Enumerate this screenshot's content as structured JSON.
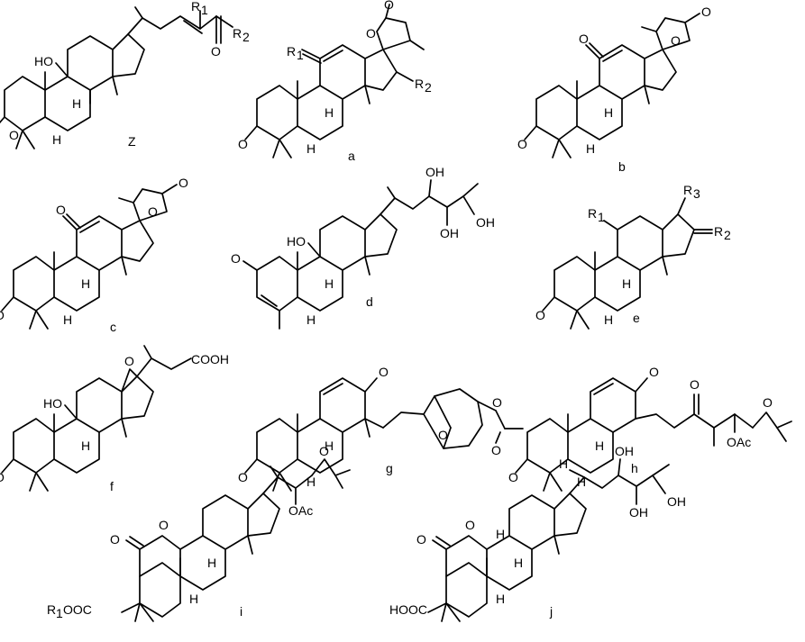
{
  "structures": [
    {
      "id": "Z",
      "caption": "Z",
      "labels": [
        "HO",
        "H",
        "H",
        "O",
        "R",
        "1",
        "R",
        "2",
        "O"
      ]
    },
    {
      "id": "a",
      "caption": "a",
      "labels": [
        "R",
        "1",
        "O",
        "O",
        "H",
        "H",
        "O",
        "R",
        "2"
      ]
    },
    {
      "id": "b",
      "caption": "b",
      "labels": [
        "O",
        "O",
        "O",
        "H",
        "H",
        "O"
      ]
    },
    {
      "id": "c",
      "caption": "c",
      "labels": [
        "O",
        "O",
        "O",
        "H",
        "H",
        "O"
      ]
    },
    {
      "id": "d",
      "caption": "d",
      "labels": [
        "HO",
        "H",
        "H",
        "O",
        "OH",
        "OH",
        "OH"
      ]
    },
    {
      "id": "e",
      "caption": "e",
      "labels": [
        "R",
        "1",
        "R",
        "3",
        "R",
        "2",
        "H",
        "H",
        "O"
      ]
    },
    {
      "id": "f",
      "caption": "f",
      "labels": [
        "HO",
        "H",
        "O",
        "O",
        "COOH"
      ]
    },
    {
      "id": "g",
      "caption": "g",
      "labels": [
        "O",
        "H",
        "H",
        "O",
        "O",
        "O",
        "O"
      ]
    },
    {
      "id": "h",
      "caption": "h",
      "labels": [
        "O",
        "H",
        "H",
        "O",
        "O",
        "O",
        "OAc"
      ]
    },
    {
      "id": "i",
      "caption": "i",
      "labels": [
        "O",
        "O",
        "H",
        "H",
        "R",
        "1",
        "OOC",
        "O",
        "OAc"
      ]
    },
    {
      "id": "j",
      "caption": "j",
      "labels": [
        "O",
        "O",
        "H",
        "H",
        "H",
        "HOOC",
        "OH",
        "OH",
        "OH",
        "H"
      ]
    }
  ]
}
